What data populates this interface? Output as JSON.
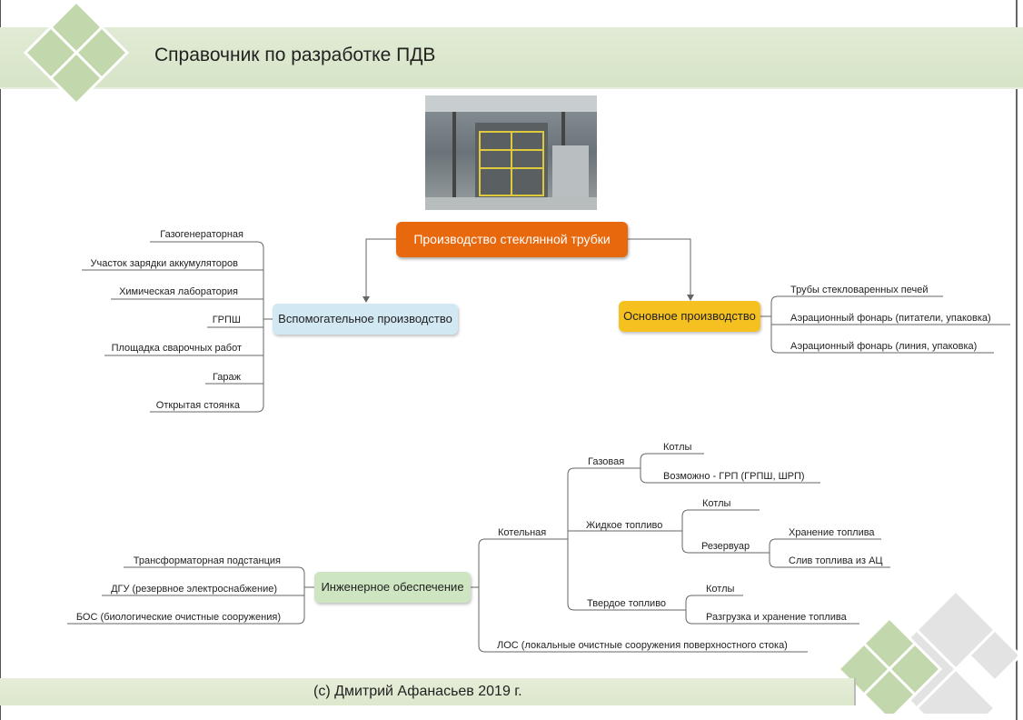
{
  "header": {
    "title": "Справочник по разработке ПДВ"
  },
  "footer": {
    "copyright": "(с) Дмитрий Афанасьев 2019 г."
  },
  "photo": {
    "subject": "glass tube production plant interior"
  },
  "mindmap": {
    "root": "Производство стеклянной трубки",
    "auxiliary": {
      "label": "Вспомогательное производство",
      "items": [
        "Газогенераторная",
        "Участок зарядки аккумуляторов",
        "Химическая лаборатория",
        "ГРПШ",
        "Площадка сварочных работ",
        "Гараж",
        "Открытая стоянка"
      ]
    },
    "main": {
      "label": "Основное производство",
      "items": [
        "Трубы стекловаренных печей",
        "Аэрационный фонарь (питатели, упаковка)",
        "Аэрационный фонарь (линия, упаковка)"
      ]
    },
    "engineering": {
      "label": "Инженерное обеспечение",
      "left_items": [
        "Трансформаторная подстанция",
        "ДГУ (резервное электроснабжение)",
        "БОС (биологические очистные сооружения)"
      ],
      "boiler": {
        "label": "Котельная",
        "gas": {
          "label": "Газовая",
          "items": [
            "Котлы",
            "Возможно - ГРП (ГРПШ, ШРП)"
          ]
        },
        "liquid": {
          "label": "Жидкое топливо",
          "boilers": "Котлы",
          "tank": {
            "label": "Резервуар",
            "items": [
              "Хранение топлива",
              "Слив топлива из АЦ"
            ]
          }
        },
        "solid": {
          "label": "Твердое топливо",
          "items": [
            "Котлы",
            "Разгрузка и хранение топлива"
          ]
        }
      },
      "los": "ЛОС (локальные очистные сооружения поверхностного стока)"
    }
  },
  "colors": {
    "root": "#e8680e",
    "auxiliary": "#d2e8f3",
    "main": "#f5c120",
    "engineering": "#cde5c1",
    "banner": "#dce7cc",
    "lines": "#666666"
  }
}
